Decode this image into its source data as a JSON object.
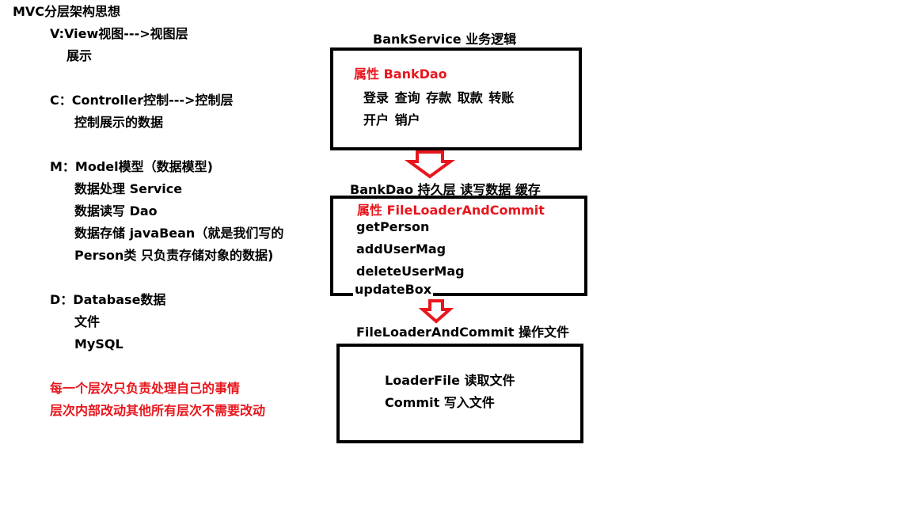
{
  "left": {
    "title": "MVC分层架构思想",
    "view_line1": "V:View视图--->视图层",
    "view_line2": "展示",
    "controller_line1": "C：Controller控制--->控制层",
    "controller_line2": "控制展示的数据",
    "model_line1": "M：Model模型（数据模型)",
    "model_line2": "数据处理 Service",
    "model_line3": "数据读写 Dao",
    "model_line4": "数据存储 javaBean（就是我们写的",
    "model_line5": "Person类 只负责存储对象的数据)",
    "database_line1": "D：Database数据",
    "database_line2": "文件",
    "database_line3": "MySQL",
    "note_line1": "每一个层次只负责处理自己的事情",
    "note_line2": "层次内部改动其他所有层次不需要改动"
  },
  "service": {
    "title": "BankService 业务逻辑",
    "attribute": "属性 BankDao",
    "methods_row1": "登录 查询 存款 取款 转账",
    "methods_row2": "开户 销户"
  },
  "dao": {
    "title": "BankDao 持久层 读写数据 缓存",
    "attribute": "属性 FileLoaderAndCommit",
    "methods": [
      "getPerson",
      "addUserMag",
      "deleteUserMag",
      "updateBox"
    ]
  },
  "loader": {
    "title": "FileLoaderAndCommit 操作文件",
    "line1": "LoaderFile 读取文件",
    "line2": "Commit 写入文件"
  },
  "colors": {
    "accent_red": "#e8161d",
    "border": "#000000",
    "text": "#000000"
  }
}
